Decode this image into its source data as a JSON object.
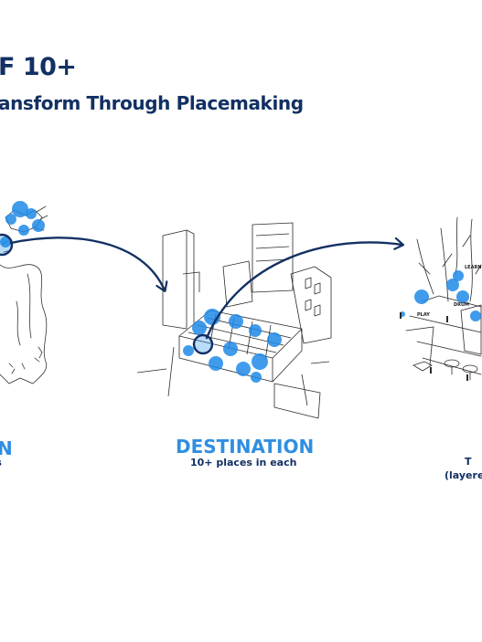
{
  "title": "F 10+",
  "subtitle": "ansform Through Placemaking",
  "region": {
    "heading": "ON",
    "caption": "ons"
  },
  "destination": {
    "heading": "DESTINATION",
    "caption": "10+ places in each"
  },
  "place": {
    "caption_top": "T",
    "caption": "(layere"
  },
  "sketch_labels": {
    "learn": "LEARN",
    "drum": "DRUM",
    "play": "PLAY"
  },
  "colors": {
    "navy": "#123063",
    "accent_blue": "#2f8fe0",
    "sketch_ink": "#2b2b2b"
  }
}
